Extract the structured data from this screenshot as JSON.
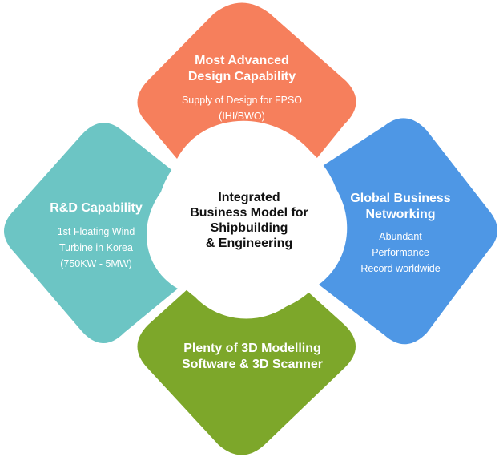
{
  "center": {
    "text": "Integrated\nBusiness Model for\nShipbuilding\n& Engineering"
  },
  "top": {
    "title": "Most Advanced\nDesign Capability",
    "body": "Supply of Design for FPSO\n(IHI/BWO)",
    "color": "#F67F5C"
  },
  "left": {
    "title": "R&D Capability",
    "body": "1st Floating Wind\nTurbine in Korea\n(750KW - 5MW)",
    "color": "#6CC5C4"
  },
  "right": {
    "title": "Global Business\nNetworking",
    "body": "Abundant\nPerformance\nRecord worldwide",
    "color": "#4E97E5"
  },
  "bottom": {
    "title": "Plenty of 3D Modelling\nSoftware & 3D Scanner",
    "color": "#7DA72A"
  }
}
